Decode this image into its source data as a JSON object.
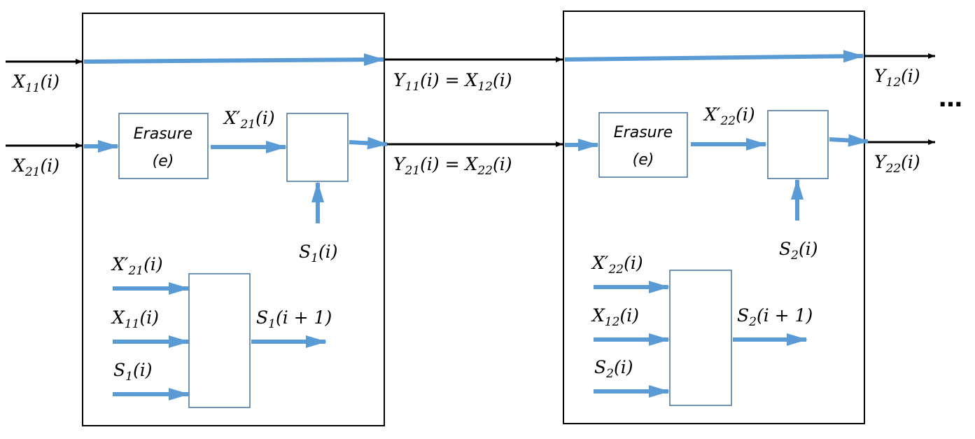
{
  "colors": {
    "flow": "#5b9bd5",
    "wire": "#000000",
    "box_border": "#000000",
    "sub_box_border": "#41719c"
  },
  "inputs": {
    "x11": {
      "main": "X",
      "sub": "11",
      "arg": "(i)"
    },
    "x21": {
      "main": "X",
      "sub": "21",
      "arg": "(i)"
    }
  },
  "between": {
    "y11": {
      "main": "Y",
      "sub": "11",
      "eq": "(i) = ",
      "main2": "X",
      "sub2": "12",
      "arg": "(i)"
    },
    "y21": {
      "main": "Y",
      "sub": "21",
      "eq": "(i) = ",
      "main2": "X",
      "sub2": "22",
      "arg": "(i)"
    }
  },
  "outputs": {
    "y12": {
      "main": "Y",
      "sub": "12",
      "arg": "(i)"
    },
    "y22": {
      "main": "Y",
      "sub": "22",
      "arg": "(i)"
    },
    "ellipsis": "…"
  },
  "stage1": {
    "erasure_line1": "Erasure",
    "erasure_line2": "(e)",
    "erased": {
      "main": "X′",
      "sub": "21",
      "arg": "(i)"
    },
    "state": {
      "main": "S",
      "sub": "1",
      "arg": "(i)"
    },
    "update_inputs": [
      {
        "main": "X′",
        "sub": "21",
        "arg": "(i)"
      },
      {
        "main": "X",
        "sub": "11",
        "arg": "(i)"
      },
      {
        "main": "S",
        "sub": "1",
        "arg": "(i)"
      }
    ],
    "next_state": {
      "main": "S",
      "sub": "1",
      "arg": "(i + 1)"
    }
  },
  "stage2": {
    "erasure_line1": "Erasure",
    "erasure_line2": "(e)",
    "erased": {
      "main": "X′",
      "sub": "22",
      "arg": "(i)"
    },
    "state": {
      "main": "S",
      "sub": "2",
      "arg": "(i)"
    },
    "update_inputs": [
      {
        "main": "X′",
        "sub": "22",
        "arg": "(i)"
      },
      {
        "main": "X",
        "sub": "12",
        "arg": "(i)"
      },
      {
        "main": "S",
        "sub": "2",
        "arg": "(i)"
      }
    ],
    "next_state": {
      "main": "S",
      "sub": "2",
      "arg": "(i + 1)"
    }
  }
}
